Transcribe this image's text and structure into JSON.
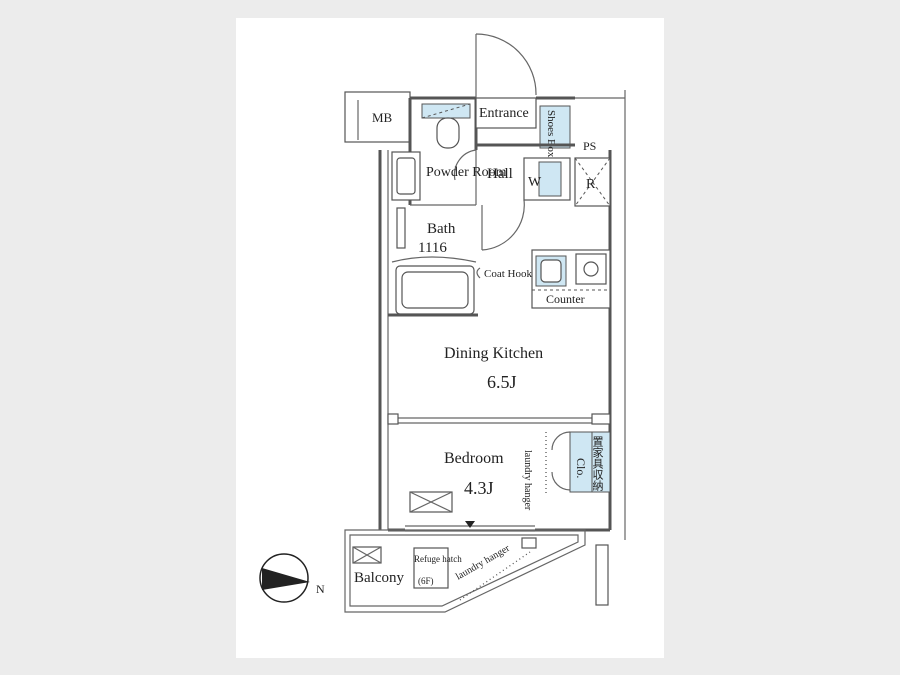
{
  "labels": {
    "mb": "MB",
    "entrance": "Entrance",
    "shoes_box": "Shoes Box",
    "ps": "PS",
    "powder_room": "Powder Room",
    "hall": "Hall",
    "w": "W",
    "r": "R",
    "bath": "Bath",
    "bath_size": "1116",
    "coat_hook": "Coat Hook",
    "counter": "Counter",
    "dining_kitchen": "Dining Kitchen",
    "dining_kitchen_size": "6.5J",
    "bedroom": "Bedroom",
    "bedroom_size": "4.3J",
    "laundry_hanger_bedroom": "laundry hanger",
    "clo": "Clo.",
    "storage_jp": "置家具収納",
    "balcony": "Balcony",
    "refuge_hatch": "Refuge hatch",
    "refuge_hatch_floor": "(6F)",
    "laundry_hanger_balcony": "laundry hanger",
    "north": "N"
  },
  "colors": {
    "background": "#ececec",
    "sheet": "#ffffff",
    "wall": "#555555",
    "fixture_fill": "#cfe7f3"
  }
}
